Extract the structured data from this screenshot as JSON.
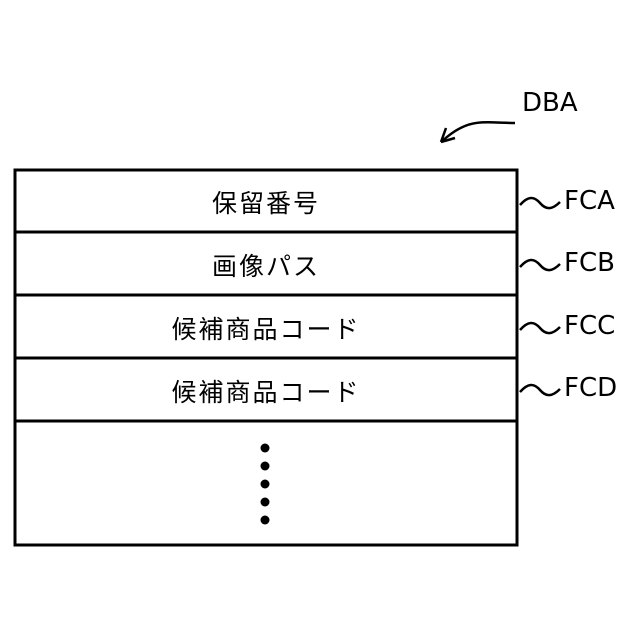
{
  "database": {
    "label": "DBA",
    "fields": [
      {
        "label": "保留番号",
        "ref": "FCA"
      },
      {
        "label": "画像パス",
        "ref": "FCB"
      },
      {
        "label": "候補商品コード",
        "ref": "FCC"
      },
      {
        "label": "候補商品コード",
        "ref": "FCD"
      }
    ],
    "continuation": "⋮"
  }
}
